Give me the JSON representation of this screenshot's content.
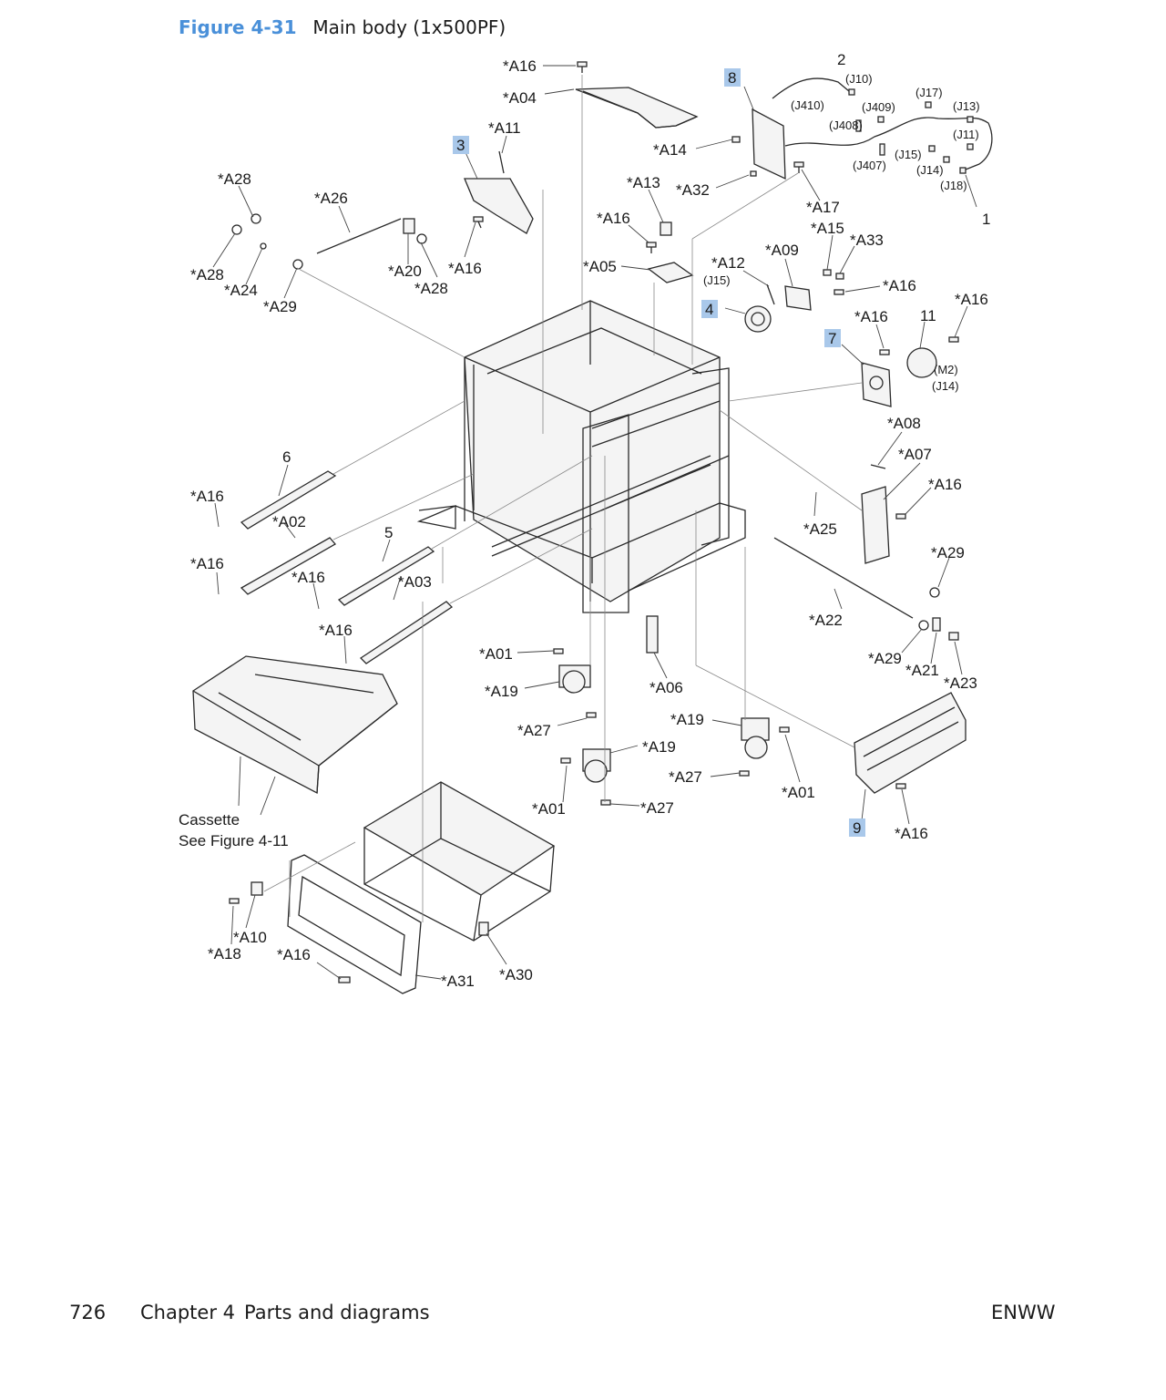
{
  "figure": {
    "number": "Figure 4-31",
    "title": "Main body (1x500PF)"
  },
  "footer": {
    "page": "726",
    "chapter": "Chapter 4",
    "section": "Parts and diagrams",
    "code": "ENWW"
  },
  "callouts": {
    "c_A16a": "*A16",
    "c_A04": "*A04",
    "c_A11": "*A11",
    "c_3": "3",
    "c_A28a": "*A28",
    "c_A26": "*A26",
    "c_A28b": "*A28",
    "c_A24": "*A24",
    "c_A29a": "*A29",
    "c_A20": "*A20",
    "c_A28c": "*A28",
    "c_A16b": "*A16",
    "c_A13": "*A13",
    "c_A32": "*A32",
    "c_A14": "*A14",
    "c_8": "8",
    "c_2": "2",
    "c_1": "1",
    "c_A17": "*A17",
    "c_A16c": "*A16",
    "c_A05": "*A05",
    "c_A15": "*A15",
    "c_A33": "*A33",
    "c_A12": "*A12",
    "c_A09": "*A09",
    "c_A16d": "*A16",
    "c_A16e": "*A16",
    "c_4": "4",
    "c_A16f": "*A16",
    "c_11": "11",
    "c_7": "7",
    "c_A08": "*A08",
    "c_A07": "*A07",
    "c_A16g": "*A16",
    "c_6": "6",
    "c_A16h": "*A16",
    "c_A02": "*A02",
    "c_5": "5",
    "c_A16i": "*A16",
    "c_A16j": "*A16",
    "c_A03": "*A03",
    "c_A16k": "*A16",
    "c_A25": "*A25",
    "c_A29b": "*A29",
    "c_A22": "*A22",
    "c_A29c": "*A29",
    "c_A21": "*A21",
    "c_A23": "*A23",
    "c_A01a": "*A01",
    "c_A19a": "*A19",
    "c_A06": "*A06",
    "c_A27a": "*A27",
    "c_A19b": "*A19",
    "c_A19c": "*A19",
    "c_A27b": "*A27",
    "c_A01b": "*A01",
    "c_A01c": "*A01",
    "c_A27c": "*A27",
    "c_9": "9",
    "c_A16l": "*A16",
    "c_cassette": "Cassette",
    "c_seefig": "See Figure 4-11",
    "c_A10": "*A10",
    "c_A18": "*A18",
    "c_A16m": "*A16",
    "c_A31": "*A31",
    "c_A30": "*A30"
  },
  "connectors": {
    "j10": "(J10)",
    "j410": "(J410)",
    "j409": "(J409)",
    "j17": "(J17)",
    "j13": "(J13)",
    "j408": "(J408)",
    "j11": "(J11)",
    "j15a": "(J15)",
    "j407": "(J407)",
    "j14a": "(J14)",
    "j18": "(J18)",
    "j15b": "(J15)",
    "m2": "(M2)",
    "j14b": "(J14)"
  },
  "highlight_color": "#a9c8ea",
  "figure_number_color": "#4a90d9"
}
